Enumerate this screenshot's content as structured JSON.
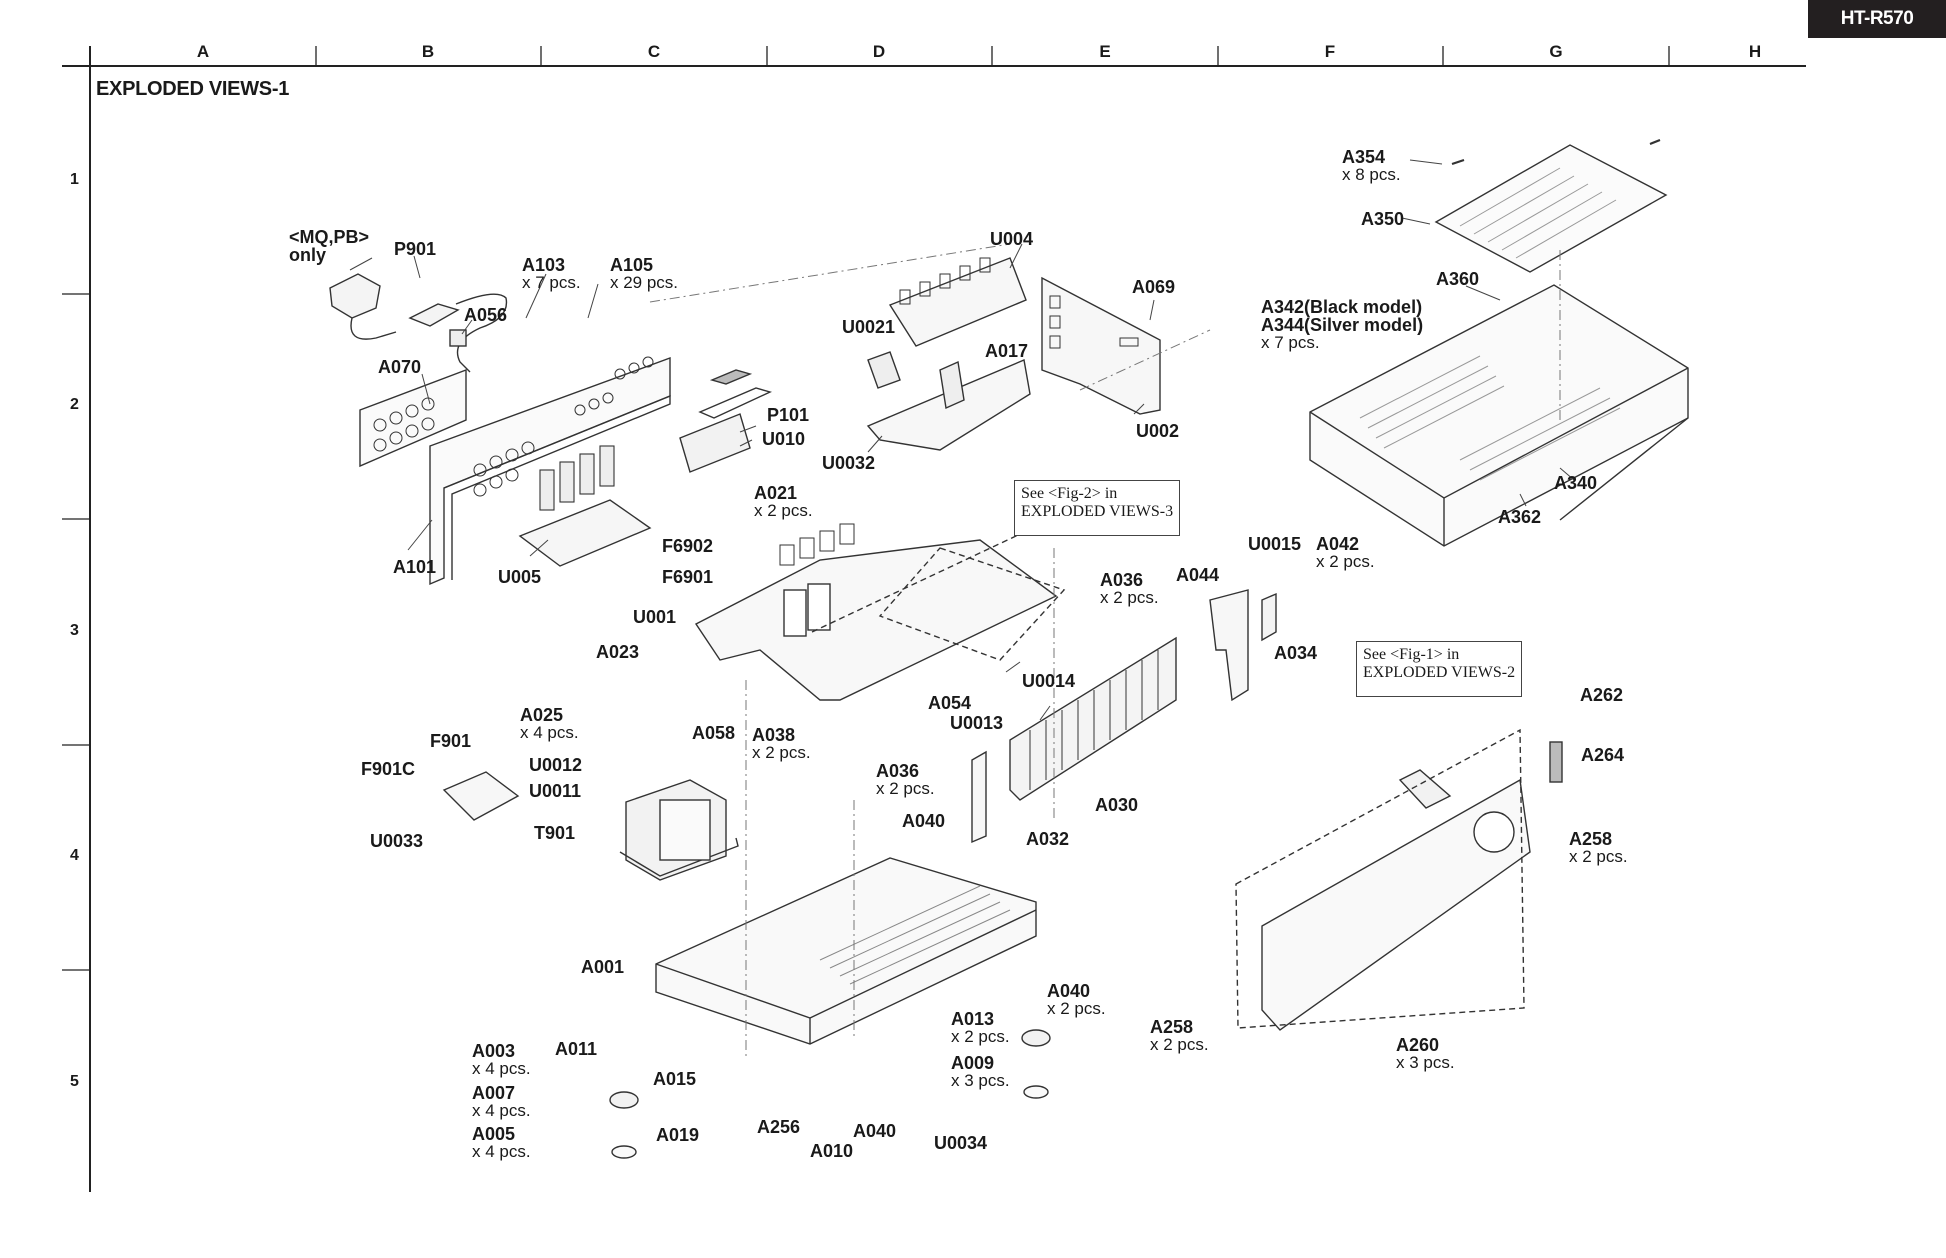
{
  "header": {
    "model": "HT-R570",
    "title": "EXPLODED VIEWS-1",
    "columns": [
      "A",
      "B",
      "C",
      "D",
      "E",
      "F",
      "G",
      "H"
    ],
    "rows": [
      "1",
      "2",
      "3",
      "4",
      "5"
    ]
  },
  "notes": {
    "fig2": {
      "line1": "See <Fig-2> in",
      "line2": "EXPLODED VIEWS-3"
    },
    "fig1": {
      "line1": "See <Fig-1> in",
      "line2": "EXPLODED VIEWS-2"
    }
  },
  "labels": {
    "mqpb": {
      "code": "<MQ,PB>",
      "qty": "only"
    },
    "P901": {
      "code": "P901"
    },
    "A103": {
      "code": "A103",
      "qty": "x 7 pcs."
    },
    "A105": {
      "code": "A105",
      "qty": "x 29 pcs."
    },
    "A056": {
      "code": "A056"
    },
    "A070": {
      "code": "A070"
    },
    "A101": {
      "code": "A101"
    },
    "U005": {
      "code": "U005"
    },
    "U004": {
      "code": "U004"
    },
    "A069": {
      "code": "A069"
    },
    "U0021": {
      "code": "U0021"
    },
    "A017": {
      "code": "A017"
    },
    "P101": {
      "code": "P101"
    },
    "U010": {
      "code": "U010"
    },
    "U002": {
      "code": "U002"
    },
    "U0032": {
      "code": "U0032"
    },
    "A354": {
      "code": "A354",
      "qty": "x 8 pcs."
    },
    "A350": {
      "code": "A350"
    },
    "A360": {
      "code": "A360"
    },
    "A342": {
      "code": "A342(Black model)"
    },
    "A344": {
      "code": "A344(Silver model)",
      "qty": "x 7 pcs."
    },
    "A340": {
      "code": "A340"
    },
    "A362": {
      "code": "A362"
    },
    "A021": {
      "code": "A021",
      "qty": "x 2 pcs."
    },
    "F6902": {
      "code": "F6902"
    },
    "F6901": {
      "code": "F6901"
    },
    "U001": {
      "code": "U001"
    },
    "A023": {
      "code": "A023"
    },
    "U0015": {
      "code": "U0015"
    },
    "A042": {
      "code": "A042",
      "qty": "x 2 pcs."
    },
    "A036a": {
      "code": "A036",
      "qty": "x 2 pcs."
    },
    "A044": {
      "code": "A044"
    },
    "A034": {
      "code": "A034"
    },
    "A054": {
      "code": "A054"
    },
    "U0014": {
      "code": "U0014"
    },
    "U0013": {
      "code": "U0013"
    },
    "A038": {
      "code": "A038",
      "qty": "x 2 pcs."
    },
    "A025": {
      "code": "A025",
      "qty": "x 4 pcs."
    },
    "A058": {
      "code": "A058"
    },
    "F901": {
      "code": "F901"
    },
    "F901C": {
      "code": "F901C"
    },
    "U0012": {
      "code": "U0012"
    },
    "U0011": {
      "code": "U0011"
    },
    "T901": {
      "code": "T901"
    },
    "U0033": {
      "code": "U0033"
    },
    "A036b": {
      "code": "A036",
      "qty": "x 2 pcs."
    },
    "A040a": {
      "code": "A040"
    },
    "A032": {
      "code": "A032"
    },
    "A030": {
      "code": "A030"
    },
    "A262": {
      "code": "A262"
    },
    "A264": {
      "code": "A264"
    },
    "A258a": {
      "code": "A258",
      "qty": "x 2 pcs."
    },
    "A258b": {
      "code": "A258",
      "qty": "x 2 pcs."
    },
    "A260": {
      "code": "A260",
      "qty": "x 3 pcs."
    },
    "A001": {
      "code": "A001"
    },
    "A040b": {
      "code": "A040",
      "qty": "x 2 pcs."
    },
    "A011": {
      "code": "A011"
    },
    "A013": {
      "code": "A013",
      "qty": "x 2 pcs."
    },
    "A003": {
      "code": "A003",
      "qty": "x 4 pcs."
    },
    "A015": {
      "code": "A015"
    },
    "A009": {
      "code": "A009",
      "qty": "x 3 pcs."
    },
    "A007": {
      "code": "A007",
      "qty": "x 4 pcs."
    },
    "A005": {
      "code": "A005",
      "qty": "x 4 pcs."
    },
    "A019": {
      "code": "A019"
    },
    "A256": {
      "code": "A256"
    },
    "A010": {
      "code": "A010"
    },
    "A040c": {
      "code": "A040"
    },
    "U0034": {
      "code": "U0034"
    }
  }
}
